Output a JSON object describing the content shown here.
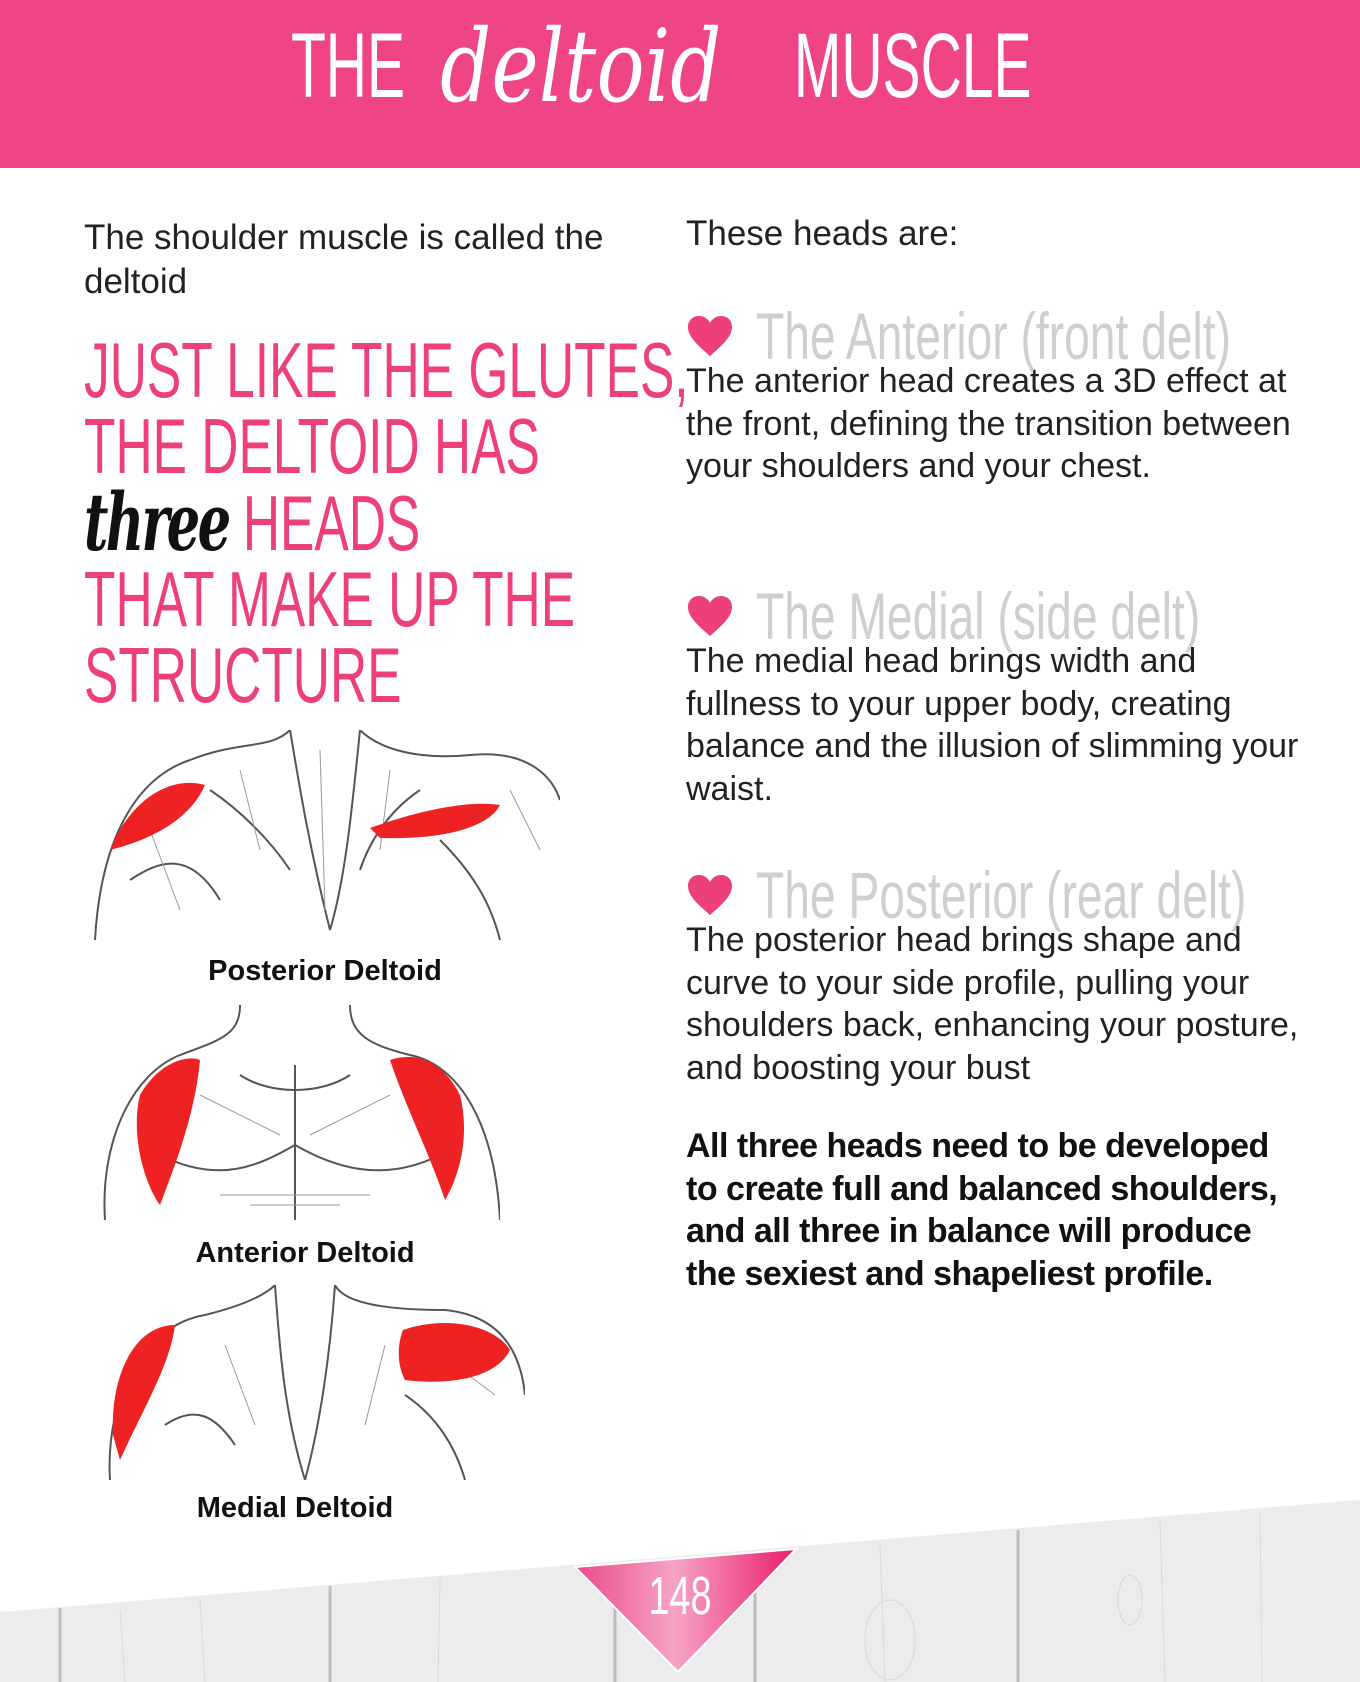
{
  "header": {
    "title_prefix": "THE",
    "title_script": "deltoid",
    "title_suffix": "MUSCLE",
    "color": "#EF4485"
  },
  "left": {
    "intro": "The shoulder muscle is called the deltoid",
    "headline": {
      "line1": "JUST LIKE THE GLUTES,",
      "line2": "THE DELTOID HAS",
      "script_word": "three",
      "line3_rest": "HEADS",
      "line4": "THAT MAKE UP THE",
      "line5": "STRUCTURE"
    },
    "figures": [
      {
        "caption": "Posterior Deltoid"
      },
      {
        "caption": "Anterior Deltoid"
      },
      {
        "caption": "Medial Deltoid"
      }
    ]
  },
  "right": {
    "lead": "These heads are:",
    "heads": [
      {
        "icon": "heart-icon",
        "title": "The Anterior (front delt)",
        "text": "The anterior head creates a 3D effect at the front, defining the transition between your shoulders and your chest."
      },
      {
        "icon": "heart-icon",
        "title": "The Medial (side delt)",
        "text": "The medial head brings width and fullness to your upper body, creating balance and the illusion of slimming your waist."
      },
      {
        "icon": "heart-icon",
        "title": "The Posterior (rear delt)",
        "text": "The posterior head brings shape and curve to your side profile, pulling your shoulders back, enhancing your posture, and boosting your bust"
      }
    ],
    "summary": "All three heads need to be developed to create full and balanced shoulders, and all three in balance will produce the sexiest and shapeliest profile."
  },
  "footer": {
    "page_number": "148"
  }
}
